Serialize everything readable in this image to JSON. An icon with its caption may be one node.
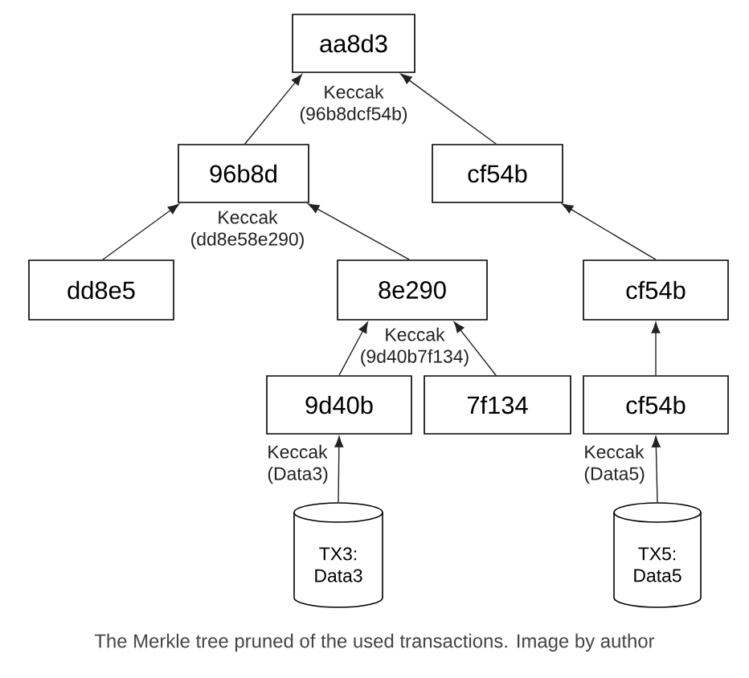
{
  "diagram": {
    "caption": "The Merkle tree pruned of the used transactions. Image by author",
    "nodes": [
      {
        "text": [
          "aa8d3"
        ],
        "beside": [
          "Keccak (96b8dcf54b)"
        ]
      },
      {
        "text": [
          "96b8d"
        ],
        "beside": [
          "Keccak (dd8e58e290)"
        ]
      },
      {
        "text": [
          "cf54b"
        ]
      },
      {
        "text": [
          "dd8e5"
        ]
      },
      {
        "text": [
          "8e290"
        ],
        "beside": [
          "Keccak (9d40b7f134)"
        ]
      },
      {
        "text": [
          "cf54b"
        ]
      },
      {
        "text": [
          "9d40b"
        ],
        "beside": [
          "Keccak (Data3)"
        ]
      },
      {
        "text": [
          "7f134"
        ]
      },
      {
        "text": [
          "cf54b"
        ],
        "beside": [
          "Keccak (Data5)"
        ]
      },
      {
        "text": [
          "TX3: Data3"
        ]
      },
      {
        "text": [
          "TX5: Data5"
        ]
      }
    ],
    "edges": [
      {
        "from": 1,
        "to": 0,
        "arrow": "to"
      },
      {
        "from": 2,
        "to": 0,
        "arrow": "to"
      },
      {
        "from": 3,
        "to": 1,
        "arrow": "to"
      },
      {
        "from": 4,
        "to": 1,
        "arrow": "to"
      },
      {
        "from": 5,
        "to": 2,
        "arrow": "to"
      },
      {
        "from": 6,
        "to": 4,
        "arrow": "to"
      },
      {
        "from": 7,
        "to": 4,
        "arrow": "to"
      },
      {
        "from": 8,
        "to": 5,
        "arrow": "to"
      },
      {
        "from": 9,
        "to": 6,
        "arrow": "to"
      },
      {
        "from": 10,
        "to": 8,
        "arrow": "to"
      }
    ]
  }
}
